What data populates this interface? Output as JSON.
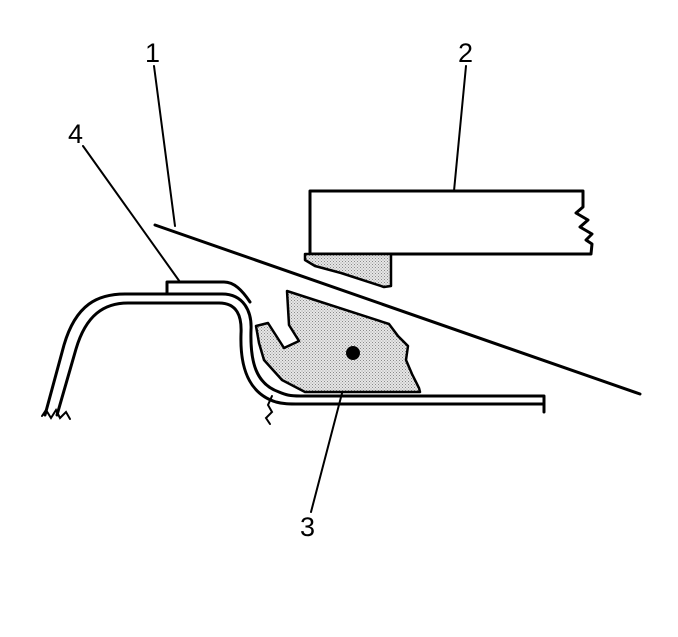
{
  "diagram": {
    "colors": {
      "line": "#000000",
      "sealer_fill": "#d8d8d8",
      "background": "#ffffff"
    },
    "callouts": [
      {
        "id": "1",
        "label": "1"
      },
      {
        "id": "2",
        "label": "2"
      },
      {
        "id": "3",
        "label": "3"
      },
      {
        "id": "4",
        "label": "4"
      }
    ]
  }
}
